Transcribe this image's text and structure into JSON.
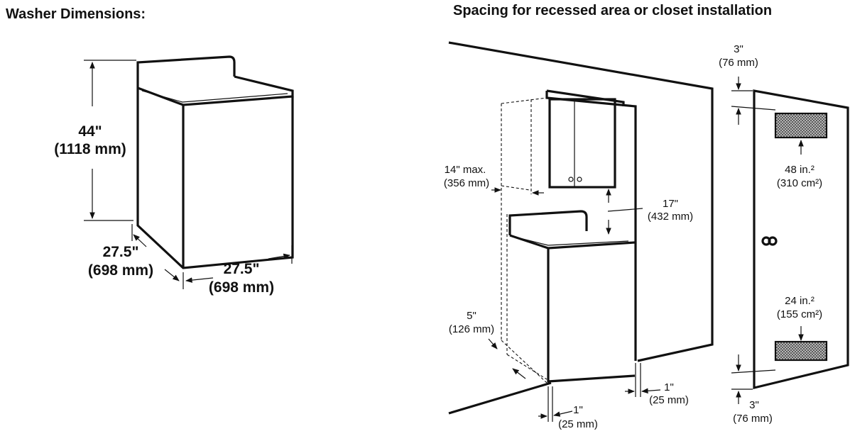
{
  "titles": {
    "left": "Washer Dimensions:",
    "right": "Spacing for recessed area or closet installation"
  },
  "washer": {
    "height_in": "44\"",
    "height_mm": "(1118 mm)",
    "depth_in": "27.5\"",
    "depth_mm": "(698 mm)",
    "width_in": "27.5\"",
    "width_mm": "(698 mm)"
  },
  "closet": {
    "side_max_in": "14\" max.",
    "side_max_mm": "(356 mm)",
    "cabinet_gap_in": "17\"",
    "cabinet_gap_mm": "(432 mm)",
    "rear_in": "5\"",
    "rear_mm": "(126 mm)",
    "side_right_in": "1\"",
    "side_right_mm": "(25 mm)",
    "side_left_in": "1\"",
    "side_left_mm": "(25 mm)"
  },
  "door": {
    "top_clear_in": "3\"",
    "top_clear_mm": "(76 mm)",
    "top_vent_area": "48 in.²",
    "top_vent_metric": "(310 cm²)",
    "bottom_vent_area": "24 in.²",
    "bottom_vent_metric": "(155 cm²)",
    "bottom_clear_in": "3\"",
    "bottom_clear_mm": "(76 mm)"
  }
}
